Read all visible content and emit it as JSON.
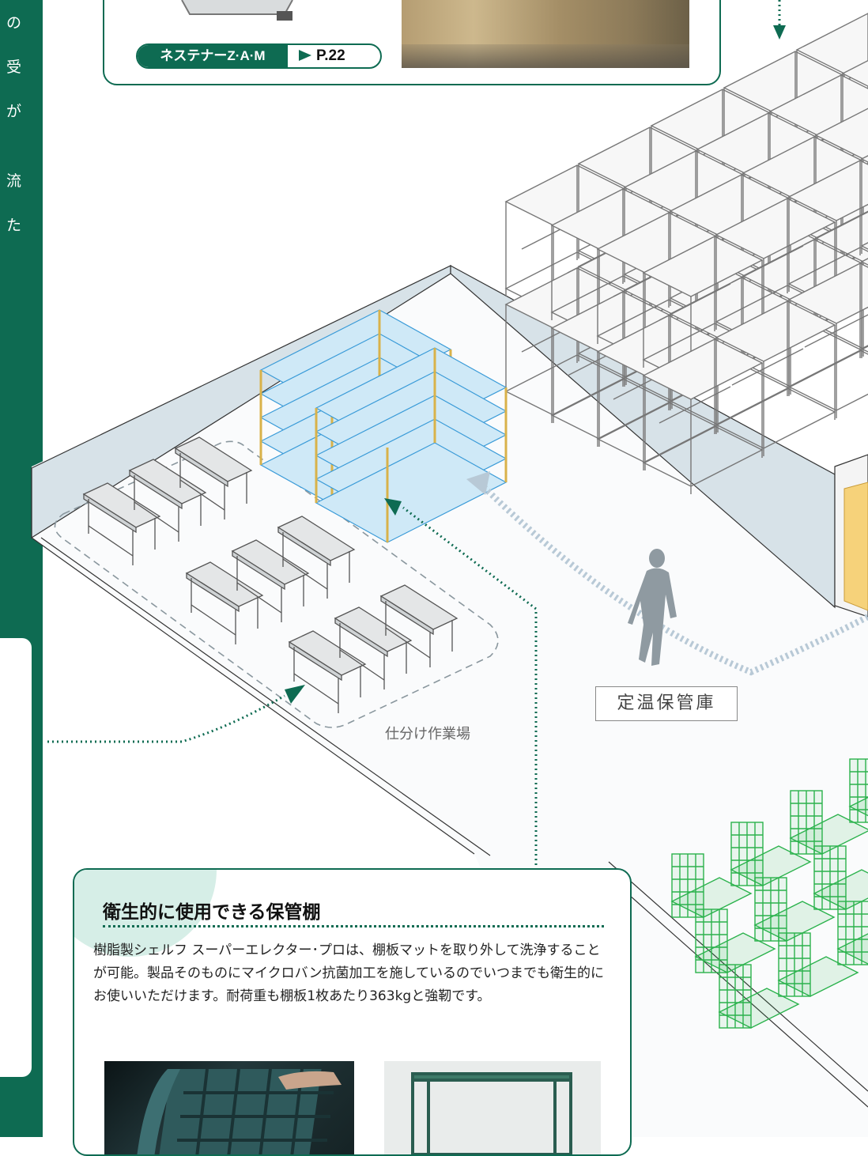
{
  "sidebar": {
    "chars": [
      "の",
      "受",
      "が",
      "流",
      "た"
    ]
  },
  "top_callout": {
    "product_name": "ネステナーZ·A·M",
    "page_ref": "P.22"
  },
  "labels": {
    "storage": "定温保管庫",
    "work_area": "仕分け作業場"
  },
  "feature": {
    "title": "衛生的に使用できる保管棚",
    "body": "樹脂製シェルフ スーパーエレクター･プロは、棚板マットを取り外して洗浄することが可能。製品そのものにマイクロバン抗菌加工を施しているのでいつまでも衛生的にお使いいただけます。耐荷重も棚板1枚あたり363kgと強靭です。"
  },
  "colors": {
    "brand_green": "#0e6b52",
    "shelf_blue": "#3a9bd8",
    "cart_green": "#2bb24c",
    "door_yellow": "#f6d27a"
  }
}
